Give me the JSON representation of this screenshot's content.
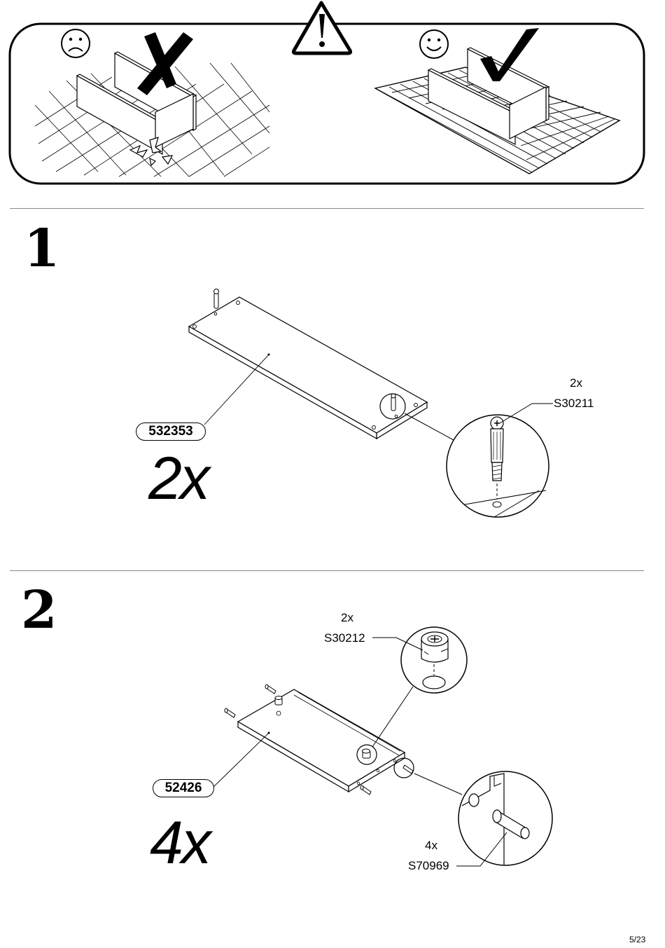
{
  "warning": {
    "bad_icon": "sad-face-icon",
    "good_icon": "smiley-face-icon",
    "alert_icon": "warning-triangle-icon",
    "cross_icon": "cross-mark-icon",
    "check_icon": "check-mark-icon"
  },
  "steps": [
    {
      "number": "1",
      "panel_part": "532353",
      "panel_qty": "2x",
      "hardware": {
        "qty": "2x",
        "part": "S30211"
      }
    },
    {
      "number": "2",
      "panel_part": "52426",
      "panel_qty": "4x",
      "hardware": [
        {
          "qty": "2x",
          "part": "S30212"
        },
        {
          "qty": "4x",
          "part": "S70969"
        }
      ]
    }
  ],
  "footer": {
    "page": "5/23"
  }
}
